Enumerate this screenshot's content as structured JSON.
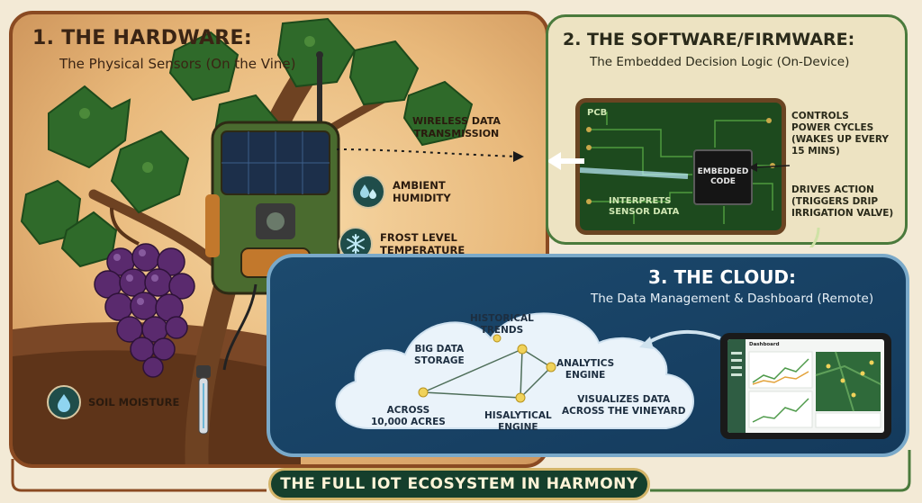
{
  "hardware": {
    "title": "1. THE HARDWARE:",
    "subtitle": "The Physical Sensors (On the Vine)",
    "wireless_label_line1": "WIRELESS DATA",
    "wireless_label_line2": "TRANSMISSION",
    "ambient_line1": "AMBIENT",
    "ambient_line2": "HUMIDITY",
    "frost_line1": "FROST LEVEL",
    "frost_line2": "TEMPERATURE",
    "soil_label": "SOIL MOISTURE"
  },
  "software": {
    "title": "2. THE SOFTWARE/FIRMWARE:",
    "subtitle": "The Embedded Decision Logic (On-Device)",
    "pcb_label": "PCB",
    "chip_line1": "EMBEDDED",
    "chip_line2": "CODE",
    "interprets_line1": "INTERPRETS",
    "interprets_line2": "SENSOR DATA",
    "controls_line1": "CONTROLS",
    "controls_line2": "POWER CYCLES",
    "controls_line3": "(WAKES UP EVERY",
    "controls_line4": "15 MINS)",
    "drives_line1": "DRIVES ACTION",
    "drives_line2": "(TRIGGERS DRIP",
    "drives_line3": "IRRIGATION VALVE)"
  },
  "cloud": {
    "title": "3. THE CLOUD:",
    "subtitle": "The Data Management & Dashboard (Remote)",
    "historical_line1": "HISTORICAL",
    "historical_line2": "TRENDS",
    "bigdata_line1": "BIG DATA",
    "bigdata_line2": "STORAGE",
    "analytics_line1": "ANALYTICS",
    "analytics_line2": "ENGINE",
    "across_line1": "ACROSS",
    "across_line2": "10,000 ACRES",
    "hisalytical_line1": "HISALYTICAL",
    "hisalytical_line2": "ENGINE",
    "visualizes_line1": "VISUALIZES DATA",
    "visualizes_line2": "ACROSS THE VINEYARD",
    "dashboard_title": "Dashboard"
  },
  "banner": {
    "text": "THE FULL IOT ECOSYSTEM IN HARMONY"
  },
  "icons": {
    "humidity": "water-drops-icon",
    "frost": "snowflake-icon",
    "soil": "water-drop-icon"
  },
  "colors": {
    "hardware_border": "#8a4a22",
    "software_border": "#4a7a3c",
    "cloud_bg": "#1c4a6e",
    "banner_bg": "#153f2c",
    "banner_border": "#d3b468"
  }
}
